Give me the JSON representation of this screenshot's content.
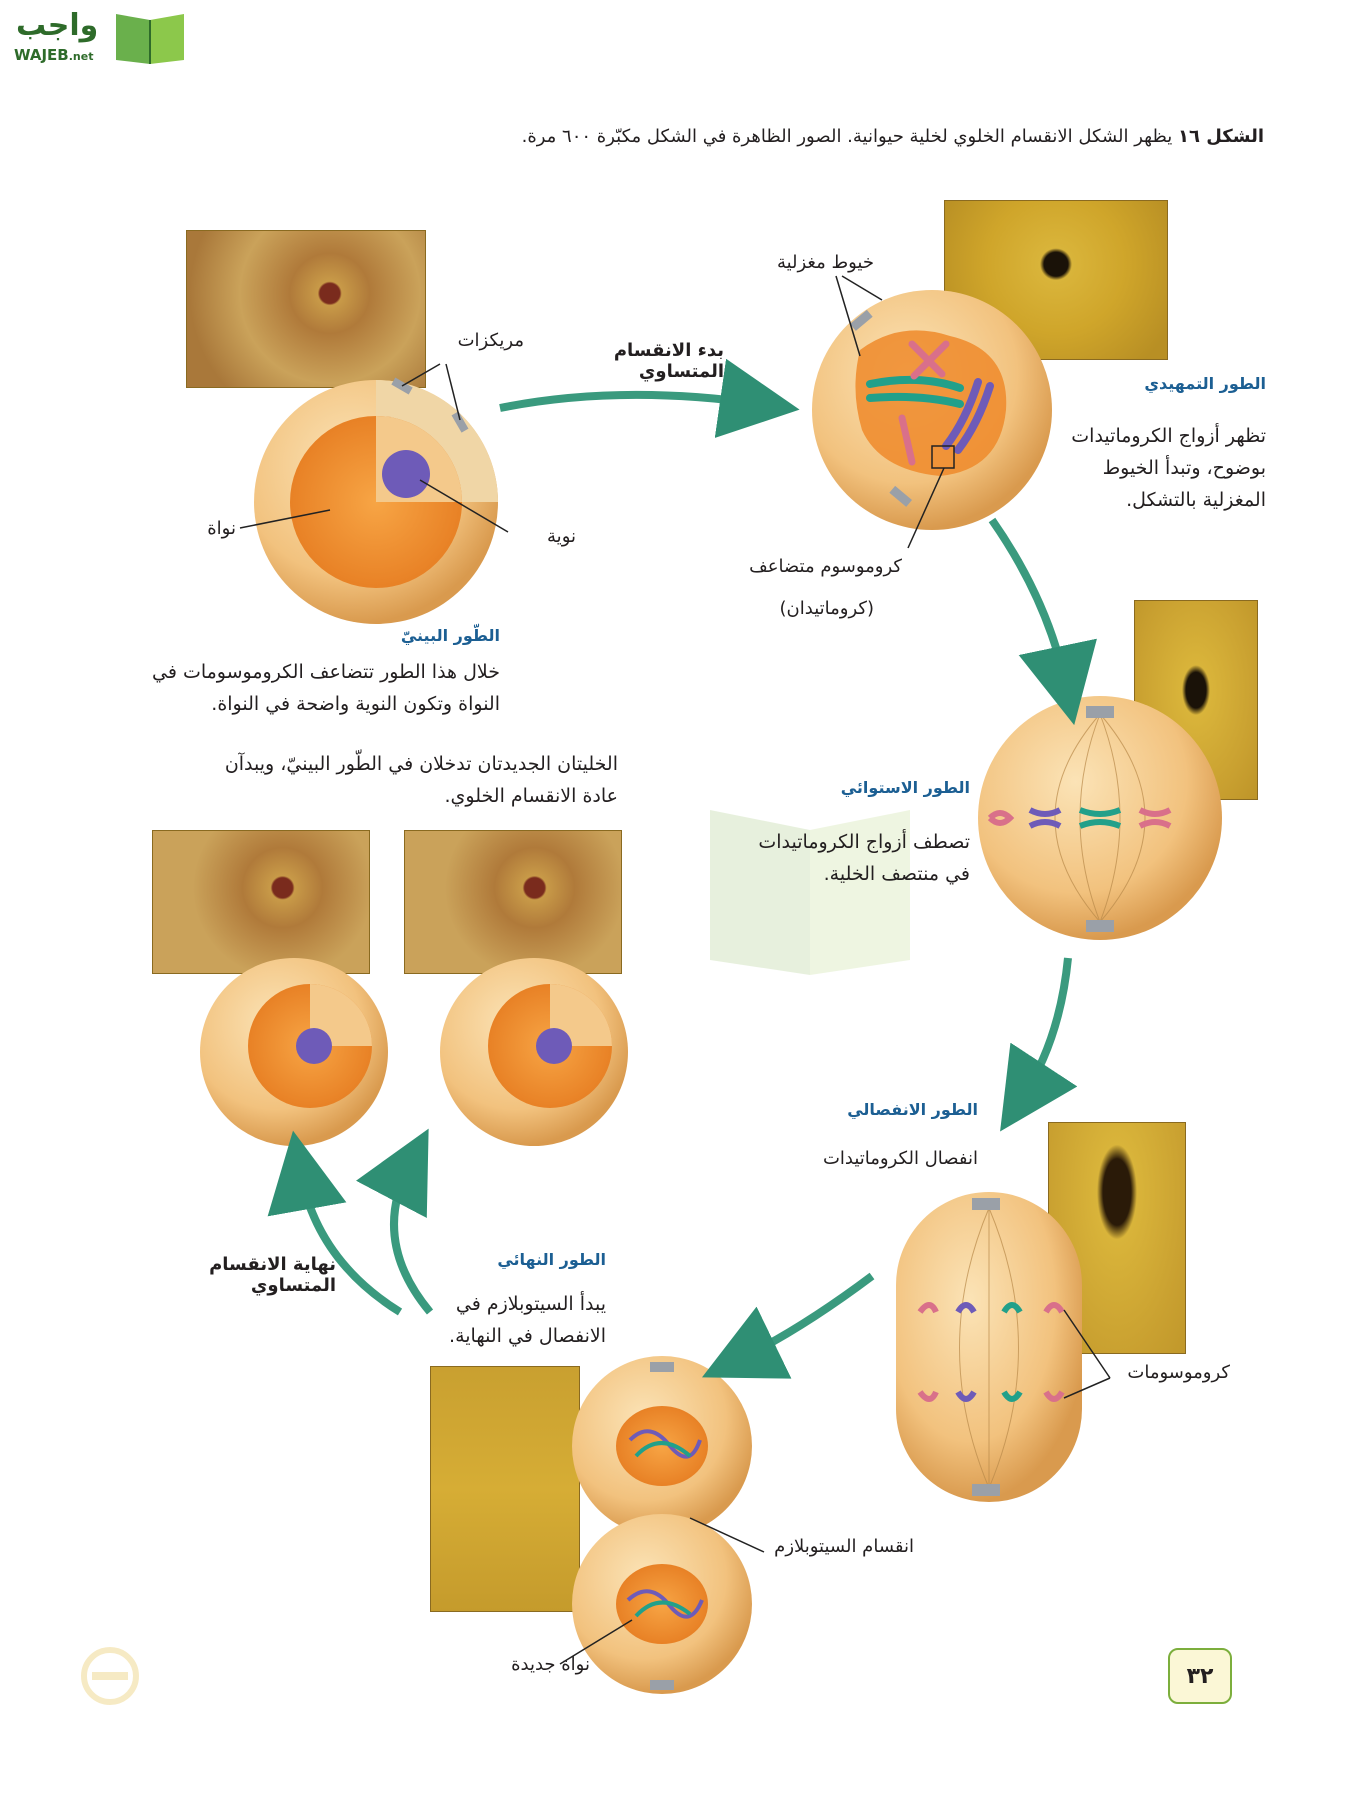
{
  "logo": {
    "arabic": "واجب",
    "latin": "WAJEB",
    "suffix": ".net"
  },
  "caption": {
    "prefix": "الشكل ١٦",
    "text": "يظهر الشكل الانقسام الخلوي لخلية حيوانية. الصور الظاهرة في الشكل مكبّرة ٦٠٠ مرة."
  },
  "interphase": {
    "title": "الطّور البينيّ",
    "text": "خلال هذا الطور تتضاعف الكروموسومات في النواة وتكون النوية واضحة في النواة.",
    "label_centrioles": "مريكزات",
    "label_nucleus": "نواة",
    "label_nucleolus": "نوية"
  },
  "arrow_start": {
    "label": "بدء الانقسام المتساوي"
  },
  "prophase": {
    "title": "الطور التمهيدي",
    "text": "تظهر أزواج الكروماتيدات بوضوح، وتبدأ الخيوط المغزلية بالتشكل.",
    "label_spindle": "خيوط مغزلية",
    "label_chromosome": "كروموسوم متضاعف",
    "label_chromatids": "(كروماتيدان)"
  },
  "metaphase": {
    "title": "الطور الاستوائي",
    "text": "تصطف أزواج الكروماتيدات في منتصف الخلية."
  },
  "anaphase": {
    "title": "الطور الانفصالي",
    "text": "انفصال الكروماتيدات",
    "label_chromosomes": "كروموسومات"
  },
  "telophase": {
    "title": "الطور النهائي",
    "text": "يبدأ السيتوبلازم في الانفصال في النهاية.",
    "label_cytokinesis": "انقسام السيتوبلازم",
    "label_new_nucleus": "نواة جديدة"
  },
  "daughters": {
    "text": "الخليتان الجديدتان تدخلان في الطّور البينيّ، ويبدآن عادة الانقسام الخلوي."
  },
  "arrow_end": {
    "label": "نهاية الانقسام المتساوي"
  },
  "page_number": "٣٢",
  "colors": {
    "accent_title": "#1c5f93",
    "arrow": "#3a9a7e",
    "cell": "#f4c98b",
    "nucleus": "#ee8a2a",
    "chromatin": "#6e5bb8"
  }
}
